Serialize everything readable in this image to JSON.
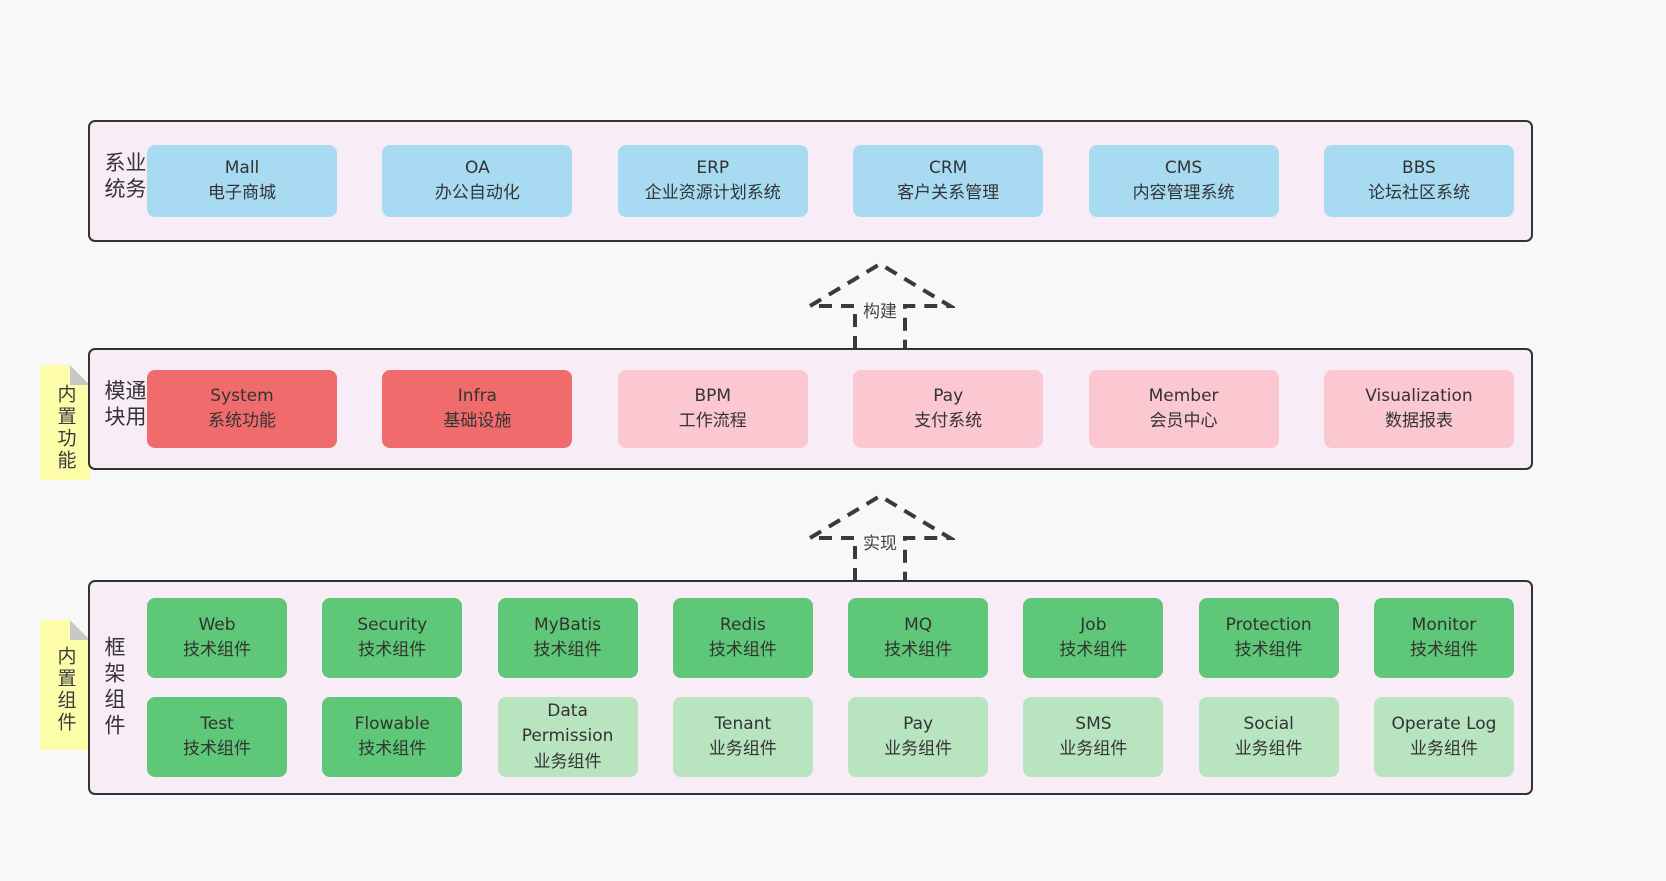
{
  "diagram": {
    "title_hidden": "",
    "colors": {
      "page_bg": "#f8f8f8",
      "container_bg": "#f8edf6",
      "container_border": "#333333",
      "card_blue": "#a8dbf2",
      "card_red": "#f06c6c",
      "card_pink": "#fbc7d0",
      "card_green": "#5ec878",
      "card_light_green": "#b9e4c0",
      "note_yellow": "#fdfca8",
      "note_fold_gray": "#c8c8c8",
      "text": "#333333"
    },
    "arrows": [
      {
        "label": "构建"
      },
      {
        "label": "实现"
      }
    ],
    "sections": [
      {
        "label": "业务系统",
        "cards": [
          {
            "title": "Mall",
            "subtitle": "电子商城"
          },
          {
            "title": "OA",
            "subtitle": "办公自动化"
          },
          {
            "title": "ERP",
            "subtitle": "企业资源计划系统"
          },
          {
            "title": "CRM",
            "subtitle": "客户关系管理"
          },
          {
            "title": "CMS",
            "subtitle": "内容管理系统"
          },
          {
            "title": "BBS",
            "subtitle": "论坛社区系统"
          }
        ]
      },
      {
        "label": "通用模块",
        "note": "内置功能",
        "cards": [
          {
            "title": "System",
            "subtitle": "系统功能"
          },
          {
            "title": "Infra",
            "subtitle": "基础设施"
          },
          {
            "title": "BPM",
            "subtitle": "工作流程"
          },
          {
            "title": "Pay",
            "subtitle": "支付系统"
          },
          {
            "title": "Member",
            "subtitle": "会员中心"
          },
          {
            "title": "Visualization",
            "subtitle": "数据报表"
          }
        ]
      },
      {
        "label": "框架组件",
        "note": "内置组件",
        "rows": [
          [
            {
              "title": "Web",
              "subtitle": "技术组件"
            },
            {
              "title": "Security",
              "subtitle": "技术组件"
            },
            {
              "title": "MyBatis",
              "subtitle": "技术组件"
            },
            {
              "title": "Redis",
              "subtitle": "技术组件"
            },
            {
              "title": "MQ",
              "subtitle": "技术组件"
            },
            {
              "title": "Job",
              "subtitle": "技术组件"
            },
            {
              "title": "Protection",
              "subtitle": "技术组件"
            },
            {
              "title": "Monitor",
              "subtitle": "技术组件"
            }
          ],
          [
            {
              "title": "Test",
              "subtitle": "技术组件"
            },
            {
              "title": "Flowable",
              "subtitle": "技术组件"
            },
            {
              "title": "Data Permission",
              "subtitle": "业务组件"
            },
            {
              "title": "Tenant",
              "subtitle": "业务组件"
            },
            {
              "title": "Pay",
              "subtitle": "业务组件"
            },
            {
              "title": "SMS",
              "subtitle": "业务组件"
            },
            {
              "title": "Social",
              "subtitle": "业务组件"
            },
            {
              "title": "Operate Log",
              "subtitle": "业务组件"
            }
          ]
        ]
      }
    ]
  }
}
